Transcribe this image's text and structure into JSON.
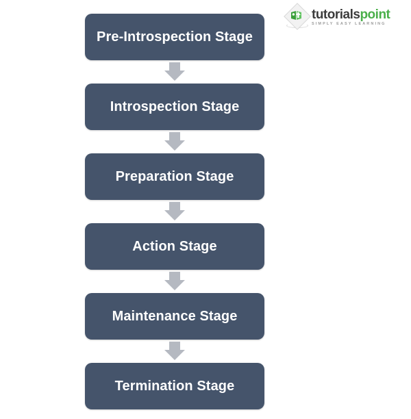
{
  "background_color": "#ffffff",
  "logo": {
    "name": "tutorialspoint-logo",
    "word_primary": "tutorials",
    "word_accent": "point",
    "tagline": "SIMPLY EASY LEARNING",
    "primary_color": "#3c3c3c",
    "accent_color": "#4aaf4a",
    "tagline_color": "#9a9a9a",
    "mark_icon": "book-diamond-icon"
  },
  "diagram": {
    "type": "vertical-flowchart",
    "title": "",
    "box_color": "#45546b",
    "box_text_color": "#ffffff",
    "arrow_color": "#b5b9c1",
    "connector_icon": "arrow-down-icon",
    "stages": [
      {
        "label": "Pre-Introspection Stage"
      },
      {
        "label": "Introspection Stage"
      },
      {
        "label": "Preparation Stage"
      },
      {
        "label": "Action Stage"
      },
      {
        "label": "Maintenance Stage"
      },
      {
        "label": "Termination Stage"
      }
    ]
  }
}
